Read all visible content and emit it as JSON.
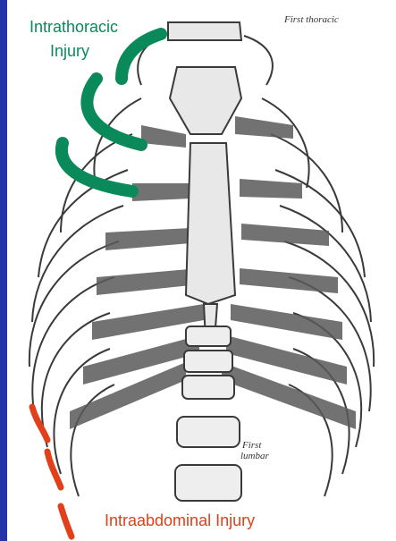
{
  "labels": {
    "intrathoracic_line1": "Intrathoracic",
    "intrathoracic_line2": "Injury",
    "intraabdominal": "Intraabdominal Injury",
    "first_thoracic": "First thoracic",
    "first_lumbar_line1": "First",
    "first_lumbar_line2": "lumbar"
  },
  "colors": {
    "background": "#2433a8",
    "panel": "#ffffff",
    "intrathoracic": "#0a8a5a",
    "intraabdominal": "#e0401a",
    "bone_outline": "#3a3a3a",
    "cartilage": "#5a5a5a"
  },
  "icons": [
    "rib-cage-illustration"
  ]
}
